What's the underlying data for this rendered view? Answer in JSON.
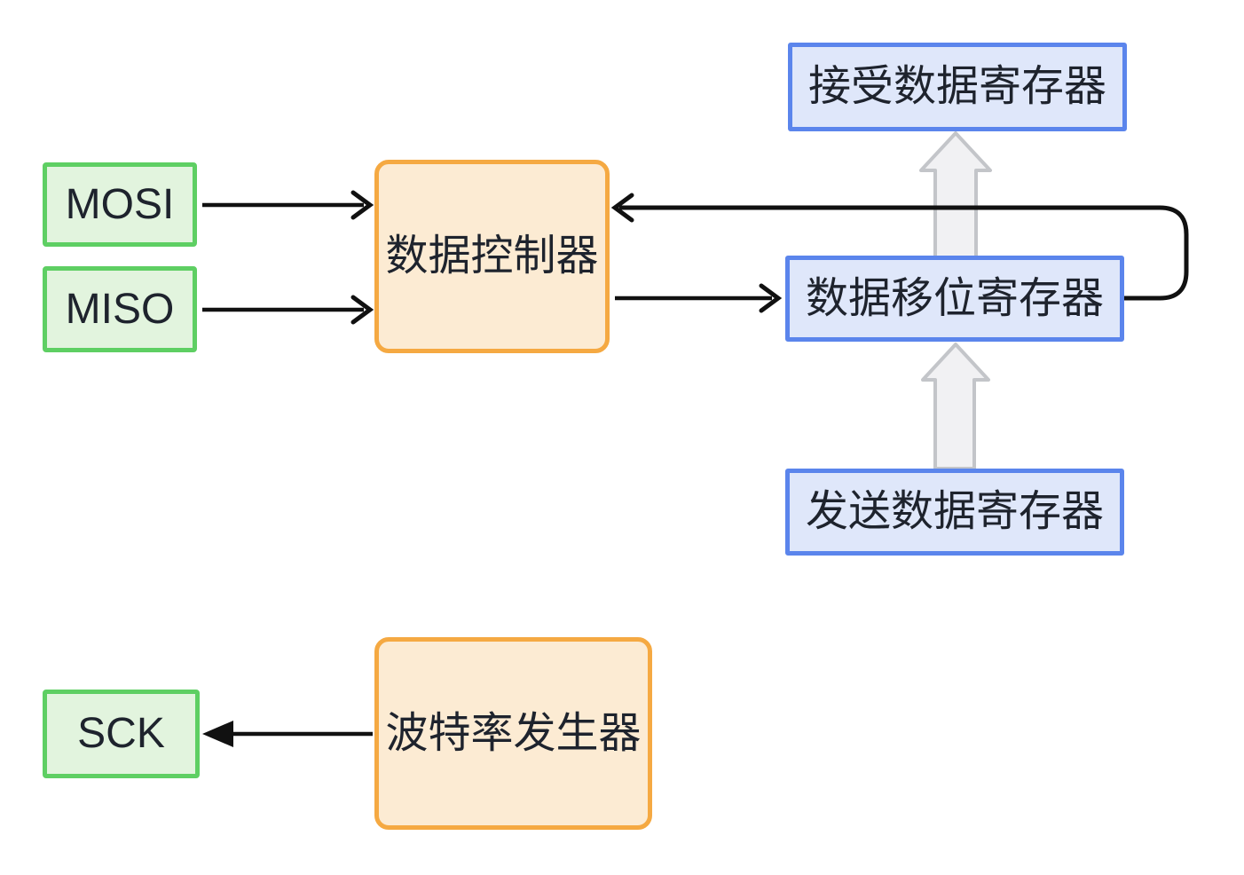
{
  "nodes": {
    "mosi": {
      "label": "MOSI"
    },
    "miso": {
      "label": "MISO"
    },
    "sck": {
      "label": "SCK"
    },
    "data_controller": {
      "label": "数据控制器"
    },
    "baud_generator": {
      "label": "波特率发生器"
    },
    "receive_register": {
      "label": "接受数据寄存器"
    },
    "shift_register": {
      "label": "数据移位寄存器"
    },
    "send_register": {
      "label": "发送数据寄存器"
    }
  },
  "edges": [
    {
      "from": "MOSI",
      "to": "数据控制器",
      "style": "arrow-chevron-head"
    },
    {
      "from": "MISO",
      "to": "数据控制器",
      "style": "arrow-chevron-head"
    },
    {
      "from": "数据控制器",
      "to": "数据移位寄存器",
      "style": "arrow-chevron-head"
    },
    {
      "from": "数据移位寄存器",
      "to": "数据控制器",
      "style": "elbow-arrow-chevron-head"
    },
    {
      "from": "波特率发生器",
      "to": "SCK",
      "style": "arrow-solid-head"
    },
    {
      "from": "数据移位寄存器",
      "to": "接受数据寄存器",
      "style": "gray-block-arrow-up"
    },
    {
      "from": "发送数据寄存器",
      "to": "数据移位寄存器",
      "style": "gray-block-arrow-up"
    }
  ],
  "colors": {
    "green_border": "#5ecf63",
    "green_fill": "#e2f4de",
    "orange_border": "#f5a942",
    "orange_fill": "#fcebd3",
    "blue_border": "#5b85ec",
    "blue_fill": "#dfe7fa",
    "block_arrow_fill": "#f1f1f3",
    "block_arrow_stroke": "#c3c5c9",
    "line": "#111111",
    "text": "#1e232d",
    "background": "#ffffff"
  }
}
